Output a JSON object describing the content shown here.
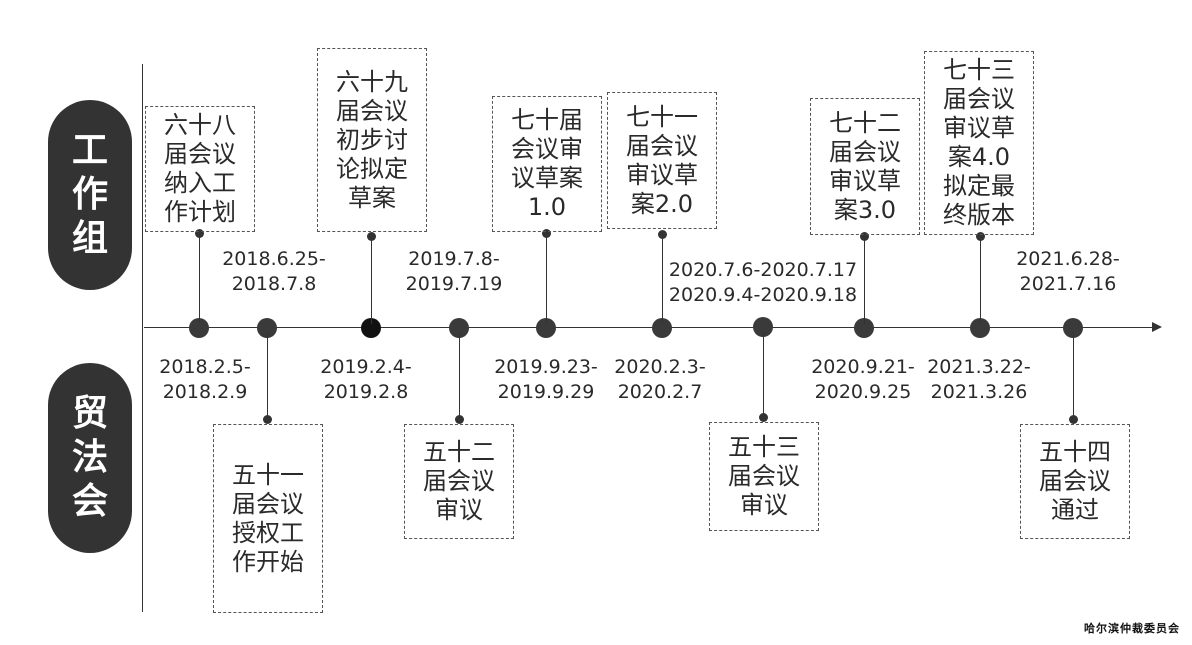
{
  "lanes": {
    "top": "工作组",
    "bottom": "贸法会"
  },
  "top_events": [
    {
      "label": "六十八届会议纳入工作计划"
    },
    {
      "label": "六十九届会议初步讨论拟定草案"
    },
    {
      "label": "七十届会议审议草案1.0"
    },
    {
      "label": "七十一届会议审议草案2.0"
    },
    {
      "label": "七十二届会议审议草案3.0"
    },
    {
      "label": "七十三届会议审议草案4.0拟定最终版本"
    }
  ],
  "bottom_events": [
    {
      "label": "五十一届会议授权工作开始"
    },
    {
      "label": "五十二届会议审议"
    },
    {
      "label": "五十三届会议审议"
    },
    {
      "label": "五十四届会议通过"
    }
  ],
  "dates_above": [
    "2018.6.25-\n2018.7.8",
    "2019.7.8-\n2019.7.19",
    "2020.7.6-2020.7.17\n2020.9.4-2020.9.18",
    "2021.6.28-\n2021.7.16"
  ],
  "dates_below": [
    "2018.2.5-\n2018.2.9",
    "2019.2.4-\n2019.2.8",
    "2019.9.23-\n2019.9.29",
    "2020.2.3-\n2020.2.7",
    "2020.9.21-\n2020.9.25",
    "2021.3.22-\n2021.3.26"
  ],
  "footer": "哈尔滨仲裁委员会"
}
